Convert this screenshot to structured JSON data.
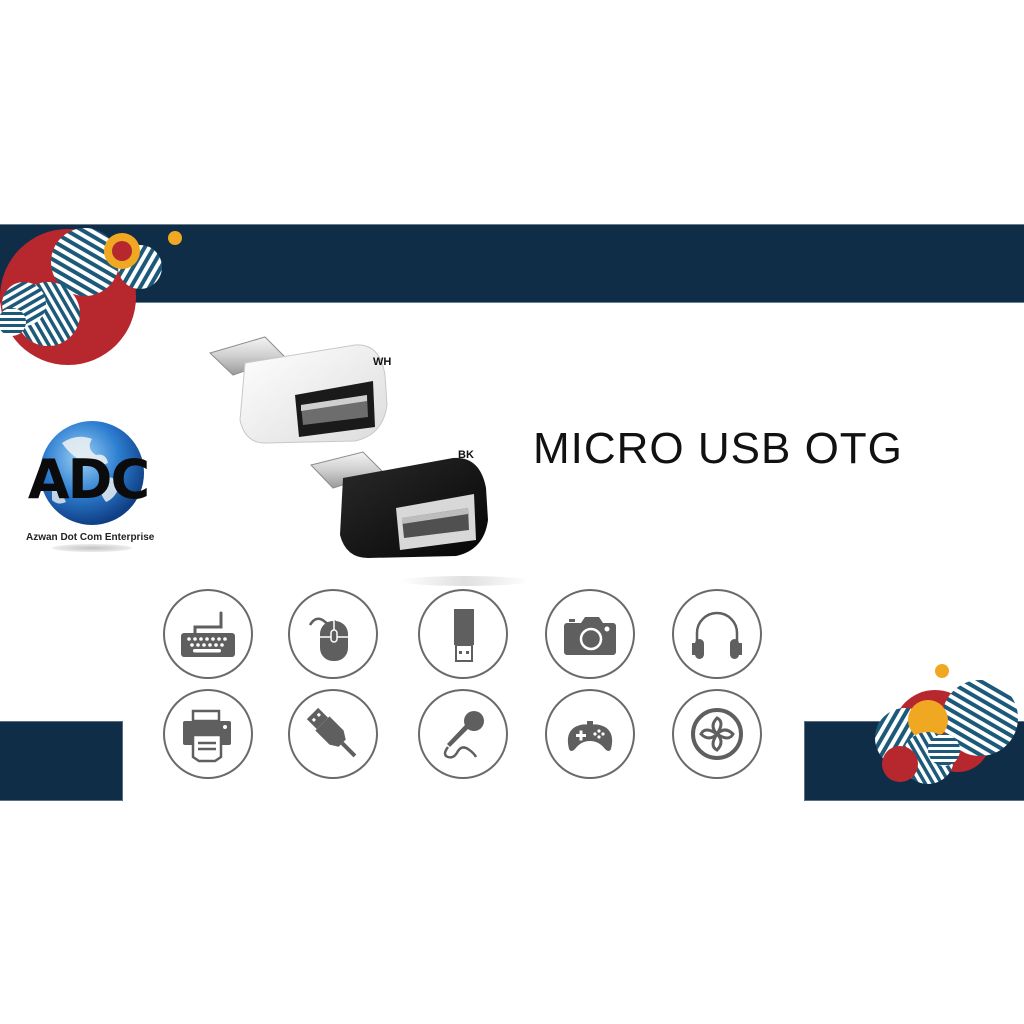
{
  "title": "MICRO USB OTG",
  "brand": {
    "logo_letters": "ADC",
    "name": "Azwan Dot Com Enterprise"
  },
  "variants": [
    {
      "code": "WH",
      "color": "white"
    },
    {
      "code": "BK",
      "color": "black"
    }
  ],
  "compatible_devices": [
    {
      "name": "keyboard",
      "icon": "keyboard-icon"
    },
    {
      "name": "mouse",
      "icon": "mouse-icon"
    },
    {
      "name": "usb-flash-drive",
      "icon": "usb-drive-icon"
    },
    {
      "name": "camera",
      "icon": "camera-icon"
    },
    {
      "name": "headphones",
      "icon": "headphones-icon"
    },
    {
      "name": "printer",
      "icon": "printer-icon"
    },
    {
      "name": "usb-cable",
      "icon": "usb-cable-icon"
    },
    {
      "name": "microphone",
      "icon": "microphone-icon"
    },
    {
      "name": "gamepad",
      "icon": "gamepad-icon"
    },
    {
      "name": "fan",
      "icon": "fan-icon"
    }
  ],
  "colors": {
    "navy": "#102d48",
    "red": "#b7282e",
    "yellow": "#f0a823",
    "stripe_blue": "#1d5a7a",
    "icon_gray": "#5f5f5f"
  }
}
